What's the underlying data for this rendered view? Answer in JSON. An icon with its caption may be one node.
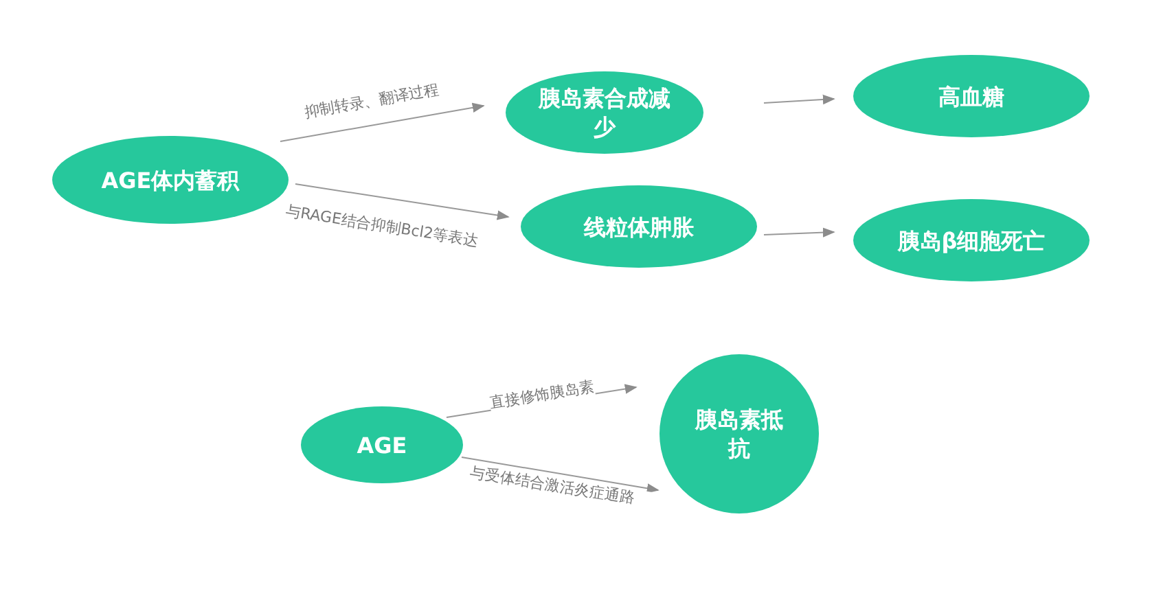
{
  "diagram": {
    "nodes": [
      {
        "text": [
          "AGE体内蓄积"
        ]
      },
      {
        "text": [
          "胰岛素合成减少"
        ]
      },
      {
        "text": [
          "线粒体肿胀"
        ]
      },
      {
        "text": [
          "高血糖"
        ]
      },
      {
        "text": [
          "胰岛β细胞死亡"
        ]
      },
      {
        "text": [
          "AGE"
        ]
      },
      {
        "text": [
          "胰岛素抵抗"
        ]
      }
    ],
    "edges": [
      {
        "from": 0,
        "to": 1,
        "arrow": "to",
        "label": "抑制转录、翻译过程"
      },
      {
        "from": 0,
        "to": 2,
        "arrow": "to",
        "label": "与RAGE结合抑制Bcl2等表达"
      },
      {
        "from": 1,
        "to": 3,
        "arrow": "to"
      },
      {
        "from": 2,
        "to": 4,
        "arrow": "to"
      },
      {
        "from": 5,
        "to": 6,
        "arrow": "to",
        "label": "直接修饰胰岛素"
      },
      {
        "from": 5,
        "to": 6,
        "arrow": "to",
        "label": "与受体结合激活炎症通路"
      }
    ]
  }
}
